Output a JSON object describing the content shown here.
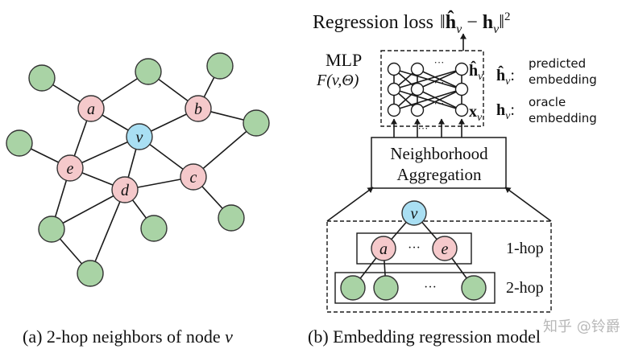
{
  "colors": {
    "target_node": "#a9dff3",
    "hop1_node": "#f5c9cb",
    "hop2_node": "#a9d3a5",
    "stroke": "#333333"
  },
  "graph": {
    "caption_prefix": "(a) 2-hop neighbors of node ",
    "caption_var": "v",
    "node_labels": {
      "v": "v",
      "a": "a",
      "b": "b",
      "c": "c",
      "d": "d",
      "e": "e"
    }
  },
  "model": {
    "loss_label": "Regression loss",
    "mlp_label": "MLP",
    "mlp_func": "F(v,Θ)",
    "dots": "···",
    "h_hat_label": "ĥ",
    "x_label": "x",
    "subscript": "v",
    "aggregation_line1": "Neighborhood",
    "aggregation_line2": "Aggregation",
    "legend_predicted_1": "predicted",
    "legend_predicted_2": "embedding",
    "legend_oracle_1": "oracle",
    "legend_oracle_2": "embedding",
    "tree_root": "v",
    "tree_hop1_left": "a",
    "tree_hop1_right": "e",
    "hop1_label": "1-hop",
    "hop2_label": "2-hop",
    "caption": "(b) Embedding regression model"
  },
  "watermark": "知乎 @铃爵"
}
